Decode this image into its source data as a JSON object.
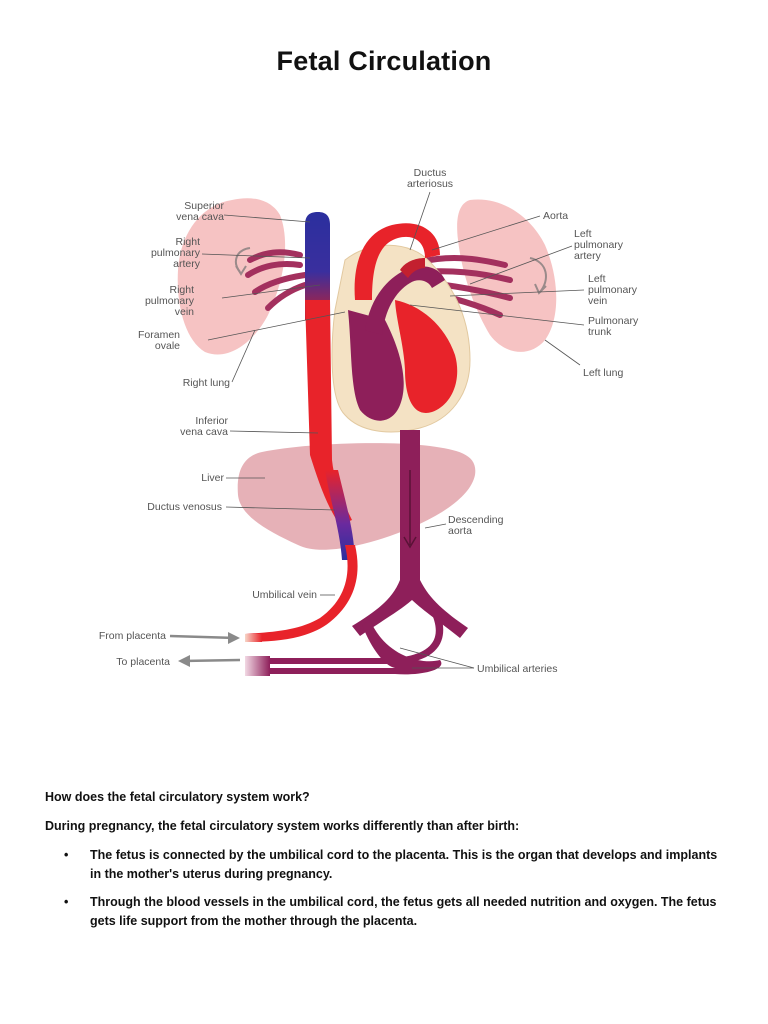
{
  "title": "Fetal Circulation",
  "diagram": {
    "labels": {
      "superior_vena_cava": [
        "Superior",
        "vena cava"
      ],
      "right_pulmonary_artery": [
        "Right",
        "pulmonary",
        "artery"
      ],
      "right_pulmonary_vein": [
        "Right",
        "pulmonary",
        "vein"
      ],
      "foramen_ovale": [
        "Foramen",
        "ovale"
      ],
      "right_lung": [
        "Right lung"
      ],
      "inferior_vena_cava": [
        "Inferior",
        "vena cava"
      ],
      "liver": [
        "Liver"
      ],
      "ductus_venosus": [
        "Ductus venosus"
      ],
      "umbilical_vein": [
        "Umbilical vein"
      ],
      "from_placenta": [
        "From placenta"
      ],
      "to_placenta": [
        "To placenta"
      ],
      "ductus_arteriosus": [
        "Ductus",
        "arteriosus"
      ],
      "aorta": [
        "Aorta"
      ],
      "left_pulmonary_artery": [
        "Left",
        "pulmonary",
        "artery"
      ],
      "left_pulmonary_vein": [
        "Left",
        "pulmonary",
        "vein"
      ],
      "pulmonary_trunk": [
        "Pulmonary",
        "trunk"
      ],
      "left_lung": [
        "Left lung"
      ],
      "descending_aorta": [
        "Descending",
        "aorta"
      ],
      "umbilical_arteries": [
        "Umbilical arteries"
      ]
    },
    "colors": {
      "oxygenated": "#e8232a",
      "deoxygenated": "#2b2f9e",
      "mixed": "#8e1f5a",
      "lung": "#f6c3c3",
      "liver": "#e2a3aa",
      "heart_wall": "#f4e2c4"
    }
  },
  "text": {
    "question": "How does the fetal circulatory system work?",
    "intro": "During pregnancy, the fetal circulatory system works differently than after birth:",
    "bullet_marker": "•",
    "bullets": [
      "The fetus is connected by the umbilical cord to the placenta. This is the organ that develops and implants in the mother's uterus during pregnancy.",
      "Through the blood vessels in the umbilical cord, the fetus gets all needed nutrition and oxygen. The fetus gets life support from the mother through the placenta."
    ]
  }
}
